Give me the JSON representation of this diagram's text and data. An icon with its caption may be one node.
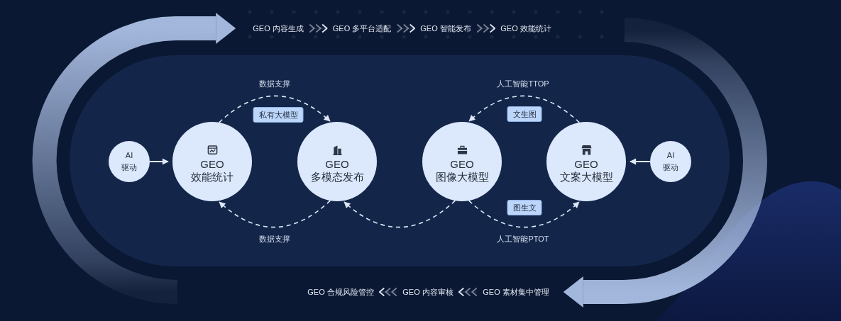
{
  "diagram": {
    "nodes": [
      {
        "text": [
          "GEO 内容生成"
        ]
      },
      {
        "text": [
          "GEO 多平台适配"
        ]
      },
      {
        "text": [
          "GEO 智能发布"
        ]
      },
      {
        "text": [
          "GEO 效能统计"
        ]
      },
      {
        "text": [
          "AI 驱动"
        ]
      },
      {
        "text": [
          "GEO 效能统计"
        ]
      },
      {
        "text": [
          "私有大模型"
        ]
      },
      {
        "text": [
          "GEO 多模态发布"
        ]
      },
      {
        "text": [
          "GEO 图像大模型"
        ]
      },
      {
        "text": [
          "文生图"
        ]
      },
      {
        "text": [
          "图生文"
        ]
      },
      {
        "text": [
          "GEO 文案大模型"
        ]
      },
      {
        "text": [
          "AI 驱动"
        ]
      },
      {
        "text": [
          "GEO 合规风险管控"
        ]
      },
      {
        "text": [
          "GEO 内容审核"
        ]
      },
      {
        "text": [
          "GEO 素材集中管理"
        ]
      }
    ],
    "edges": [
      {
        "from": null,
        "to": 0,
        "arrow": "to",
        "style": "thick",
        "color": "#a3b7dc"
      },
      {
        "from": 0,
        "to": 1,
        "arrow": "to"
      },
      {
        "from": 1,
        "to": 2,
        "arrow": "to"
      },
      {
        "from": 2,
        "to": 3,
        "arrow": "to"
      },
      {
        "from": null,
        "to": 15,
        "arrow": "to",
        "style": "thick",
        "color": "#a3b7dc"
      },
      {
        "from": 4,
        "to": 5,
        "arrow": "to"
      },
      {
        "from": 5,
        "to": 7,
        "arrow": "to",
        "style": "dashed",
        "label": "数据支撑"
      },
      {
        "from": 11,
        "to": 8,
        "arrow": "to",
        "style": "dashed",
        "label": "人工智能TTOP"
      },
      {
        "from": 12,
        "to": 11,
        "arrow": "to"
      },
      {
        "from": 7,
        "to": 5,
        "arrow": "to",
        "style": "dashed",
        "label": "数据支撑"
      },
      {
        "from": 8,
        "to": 7,
        "arrow": "to",
        "style": "dashed"
      },
      {
        "from": 8,
        "to": 11,
        "arrow": "to",
        "style": "dashed",
        "label": "人工智能PTOT"
      },
      {
        "from": 15,
        "to": 14,
        "arrow": "to"
      },
      {
        "from": 14,
        "to": 13,
        "arrow": "to"
      }
    ]
  }
}
